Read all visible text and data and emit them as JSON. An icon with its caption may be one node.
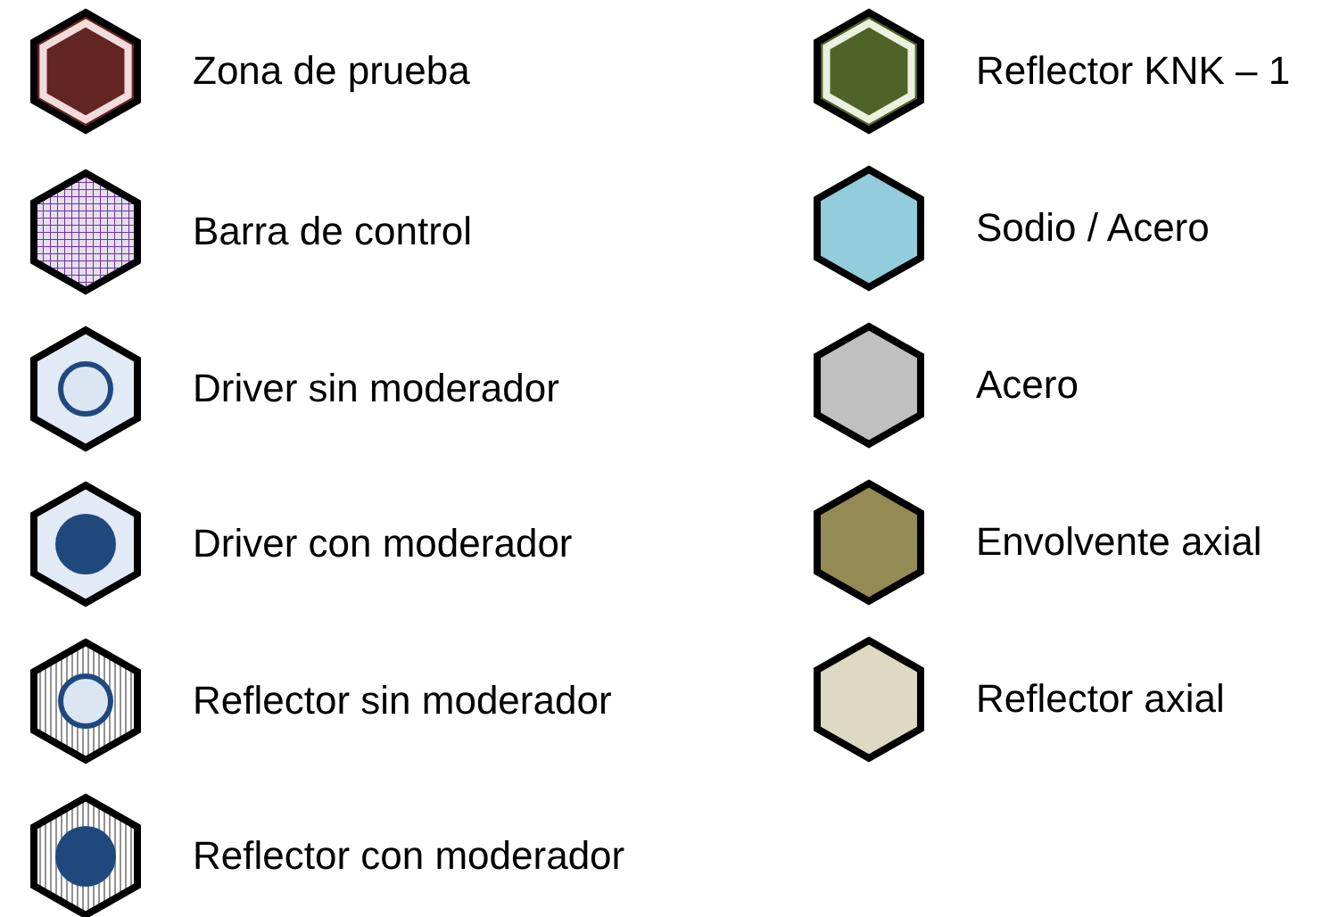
{
  "diagram": {
    "legend": [
      {
        "text": "Zona de prueba",
        "color": "#632523"
      },
      {
        "text": "Reflector KNK – 1",
        "color": "#4f6228"
      },
      {
        "text": "Barra de control"
      },
      {
        "text": "Sodio / Acero",
        "color": "#93cddd"
      },
      {
        "text": "Driver sin moderador"
      },
      {
        "text": "Acero",
        "color": "#c0c0c0"
      },
      {
        "text": "Driver con moderador"
      },
      {
        "text": "Envolvente axial",
        "color": "#948a54"
      },
      {
        "text": "Reflector sin moderador"
      },
      {
        "text": "Reflector axial",
        "color": "#ddd9c3"
      },
      {
        "text": "Reflector con moderador"
      }
    ]
  }
}
